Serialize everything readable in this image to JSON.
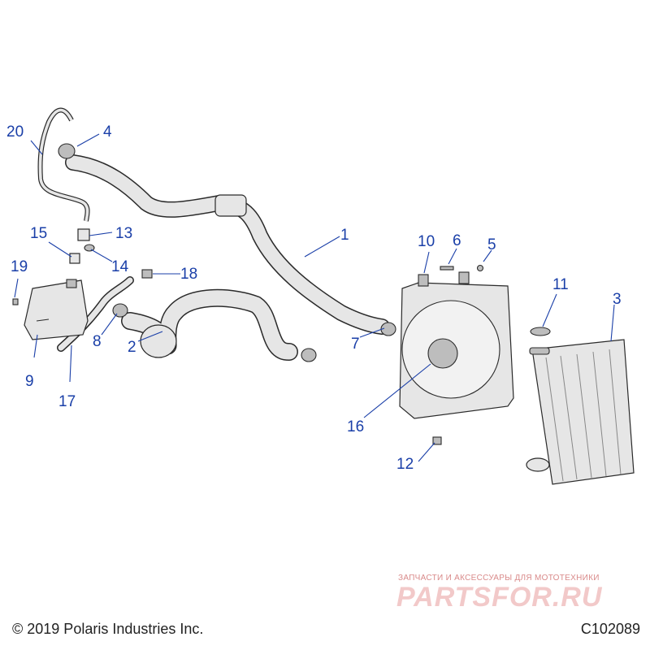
{
  "callouts": [
    {
      "label": "1"
    },
    {
      "label": "2"
    },
    {
      "label": "3"
    },
    {
      "label": "4"
    },
    {
      "label": "5"
    },
    {
      "label": "6"
    },
    {
      "label": "7"
    },
    {
      "label": "8"
    },
    {
      "label": "9"
    },
    {
      "label": "10"
    },
    {
      "label": "11"
    },
    {
      "label": "12"
    },
    {
      "label": "13"
    },
    {
      "label": "14"
    },
    {
      "label": "15"
    },
    {
      "label": "16"
    },
    {
      "label": "17"
    },
    {
      "label": "18"
    },
    {
      "label": "19"
    },
    {
      "label": "20"
    }
  ],
  "colors": {
    "callout": "#1a3fa8",
    "part_fill": "#e6e6e6",
    "outline": "#2a2a2a"
  },
  "footer": {
    "copyright": "© 2019 Polaris Industries Inc.",
    "code": "C102089"
  },
  "watermark": {
    "tagline": "ЗАПЧАСТИ И АКСЕССУАРЫ ДЛЯ МОТОТЕХНИКИ",
    "logo": "PARTSFOR.RU"
  }
}
